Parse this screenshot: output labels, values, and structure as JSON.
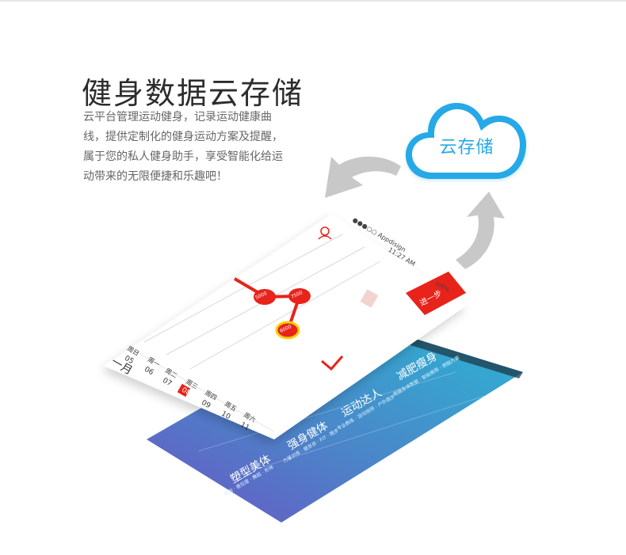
{
  "page": {
    "title": "健身数据云存储",
    "description": "云平台管理运动健身，记录运动健康曲线，提供定制化的健身运动方案及提醒，属于您的私人健身助手，享受智能化给运动带来的无限便捷和乐趣吧！"
  },
  "cloud": {
    "label": "云存储",
    "color": "#27a9e6"
  },
  "arrow_color": "#c8c8c8",
  "front_phone": {
    "status_bar": {
      "carrier": "●●●○○ Appdisign",
      "time": "11:27 AM",
      "battery": "100%"
    },
    "action_button": "进一步",
    "accent": "#e8231b",
    "months": [
      "周日",
      "周一",
      "周二",
      "周三",
      "周四",
      "周五",
      "周六"
    ],
    "days": [
      "05",
      "06",
      "07",
      "08",
      "09",
      "10",
      "11"
    ],
    "month_label": "一月",
    "highlight_day_index": 3,
    "points": [
      "5000",
      "7500",
      "6000"
    ]
  },
  "back_phone": {
    "items": [
      {
        "title": "减肥瘦身",
        "sub": "根据身体数据 · 智能推荐 · 燃脂方案"
      },
      {
        "title": "运动达人",
        "sub": "专业教练 · 运动指导 · 户外跑步"
      },
      {
        "title": "强身健体",
        "sub": "力量训练 · 健身房 · FIT · 跑步"
      },
      {
        "title": "塑型美体",
        "sub": "瑜伽 · 普拉提 · 舞蹈 · 形体"
      }
    ],
    "gradient_top": "#2fb3d6",
    "gradient_bottom": "#6a5bc7"
  }
}
